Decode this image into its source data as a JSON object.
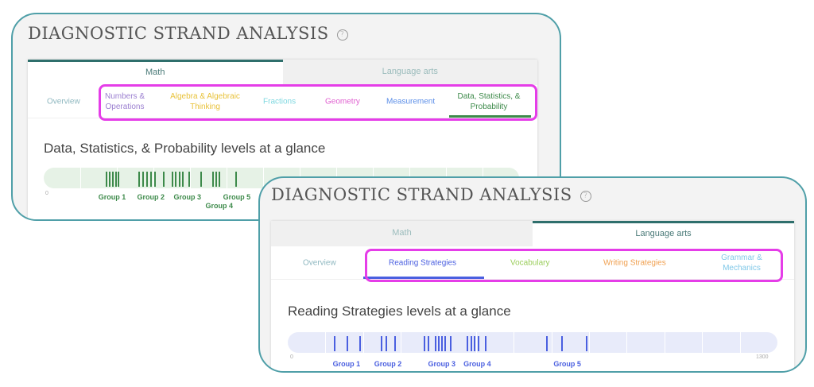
{
  "card1": {
    "title": "DIAGNOSTIC STRAND ANALYSIS",
    "help": "?",
    "tabs": [
      "Math",
      "Language arts"
    ],
    "active_tab": 0,
    "subtabs": [
      {
        "label": "Overview",
        "color": "#8fb8c0"
      },
      {
        "label": "Numbers & Operations",
        "color": "#9b7fd0"
      },
      {
        "label": "Algebra & Algebraic Thinking",
        "color": "#e8c23a"
      },
      {
        "label": "Fractions",
        "color": "#7fd8e0"
      },
      {
        "label": "Geometry",
        "color": "#e060d0"
      },
      {
        "label": "Measurement",
        "color": "#5b8ee8"
      },
      {
        "label": "Data, Statistics, & Probability",
        "color": "#3d8a4a"
      }
    ],
    "heading": "Data, Statistics, & Probability levels at a glance",
    "accent": "#3d8a4a",
    "bar_bg": "#e6f2e6",
    "axis_min": "0",
    "ticks": [
      170,
      178,
      187,
      196,
      202,
      259,
      270,
      280,
      291,
      302,
      326,
      350,
      359,
      370,
      378,
      396,
      428,
      461,
      470,
      478,
      524
    ],
    "groups": [
      {
        "label": "Group 1",
        "at": 187,
        "row": 0
      },
      {
        "label": "Group 2",
        "at": 293,
        "row": 0
      },
      {
        "label": "Group 3",
        "at": 393,
        "row": 0
      },
      {
        "label": "Group 4",
        "at": 480,
        "row": 1
      },
      {
        "label": "Group 5",
        "at": 528,
        "row": 0
      }
    ]
  },
  "card2": {
    "title": "DIAGNOSTIC STRAND ANALYSIS",
    "help": "?",
    "tabs": [
      "Math",
      "Language arts"
    ],
    "active_tab": 1,
    "subtabs": [
      {
        "label": "Overview",
        "color": "#8fb8c0"
      },
      {
        "label": "Reading Strategies",
        "color": "#4a5fe0"
      },
      {
        "label": "Vocabulary",
        "color": "#9acd5a"
      },
      {
        "label": "Writing Strategies",
        "color": "#f0a050"
      },
      {
        "label": "Grammar & Mechanics",
        "color": "#80c8e8"
      }
    ],
    "heading": "Reading Strategies levels at a glance",
    "accent": "#4a5fe0",
    "bar_bg": "#e8ebfa",
    "axis_min": "0",
    "axis_max": "1300",
    "ticks": [
      122,
      156,
      190,
      247,
      260,
      283,
      361,
      372,
      391,
      399,
      408,
      416,
      431,
      475,
      486,
      494,
      505,
      523,
      686,
      726,
      791
    ],
    "groups": [
      {
        "label": "Group 1",
        "at": 156,
        "row": 0
      },
      {
        "label": "Group 2",
        "at": 266,
        "row": 0
      },
      {
        "label": "Group 3",
        "at": 409,
        "row": 0
      },
      {
        "label": "Group 4",
        "at": 503,
        "row": 0
      },
      {
        "label": "Group 5",
        "at": 742,
        "row": 0
      }
    ]
  }
}
